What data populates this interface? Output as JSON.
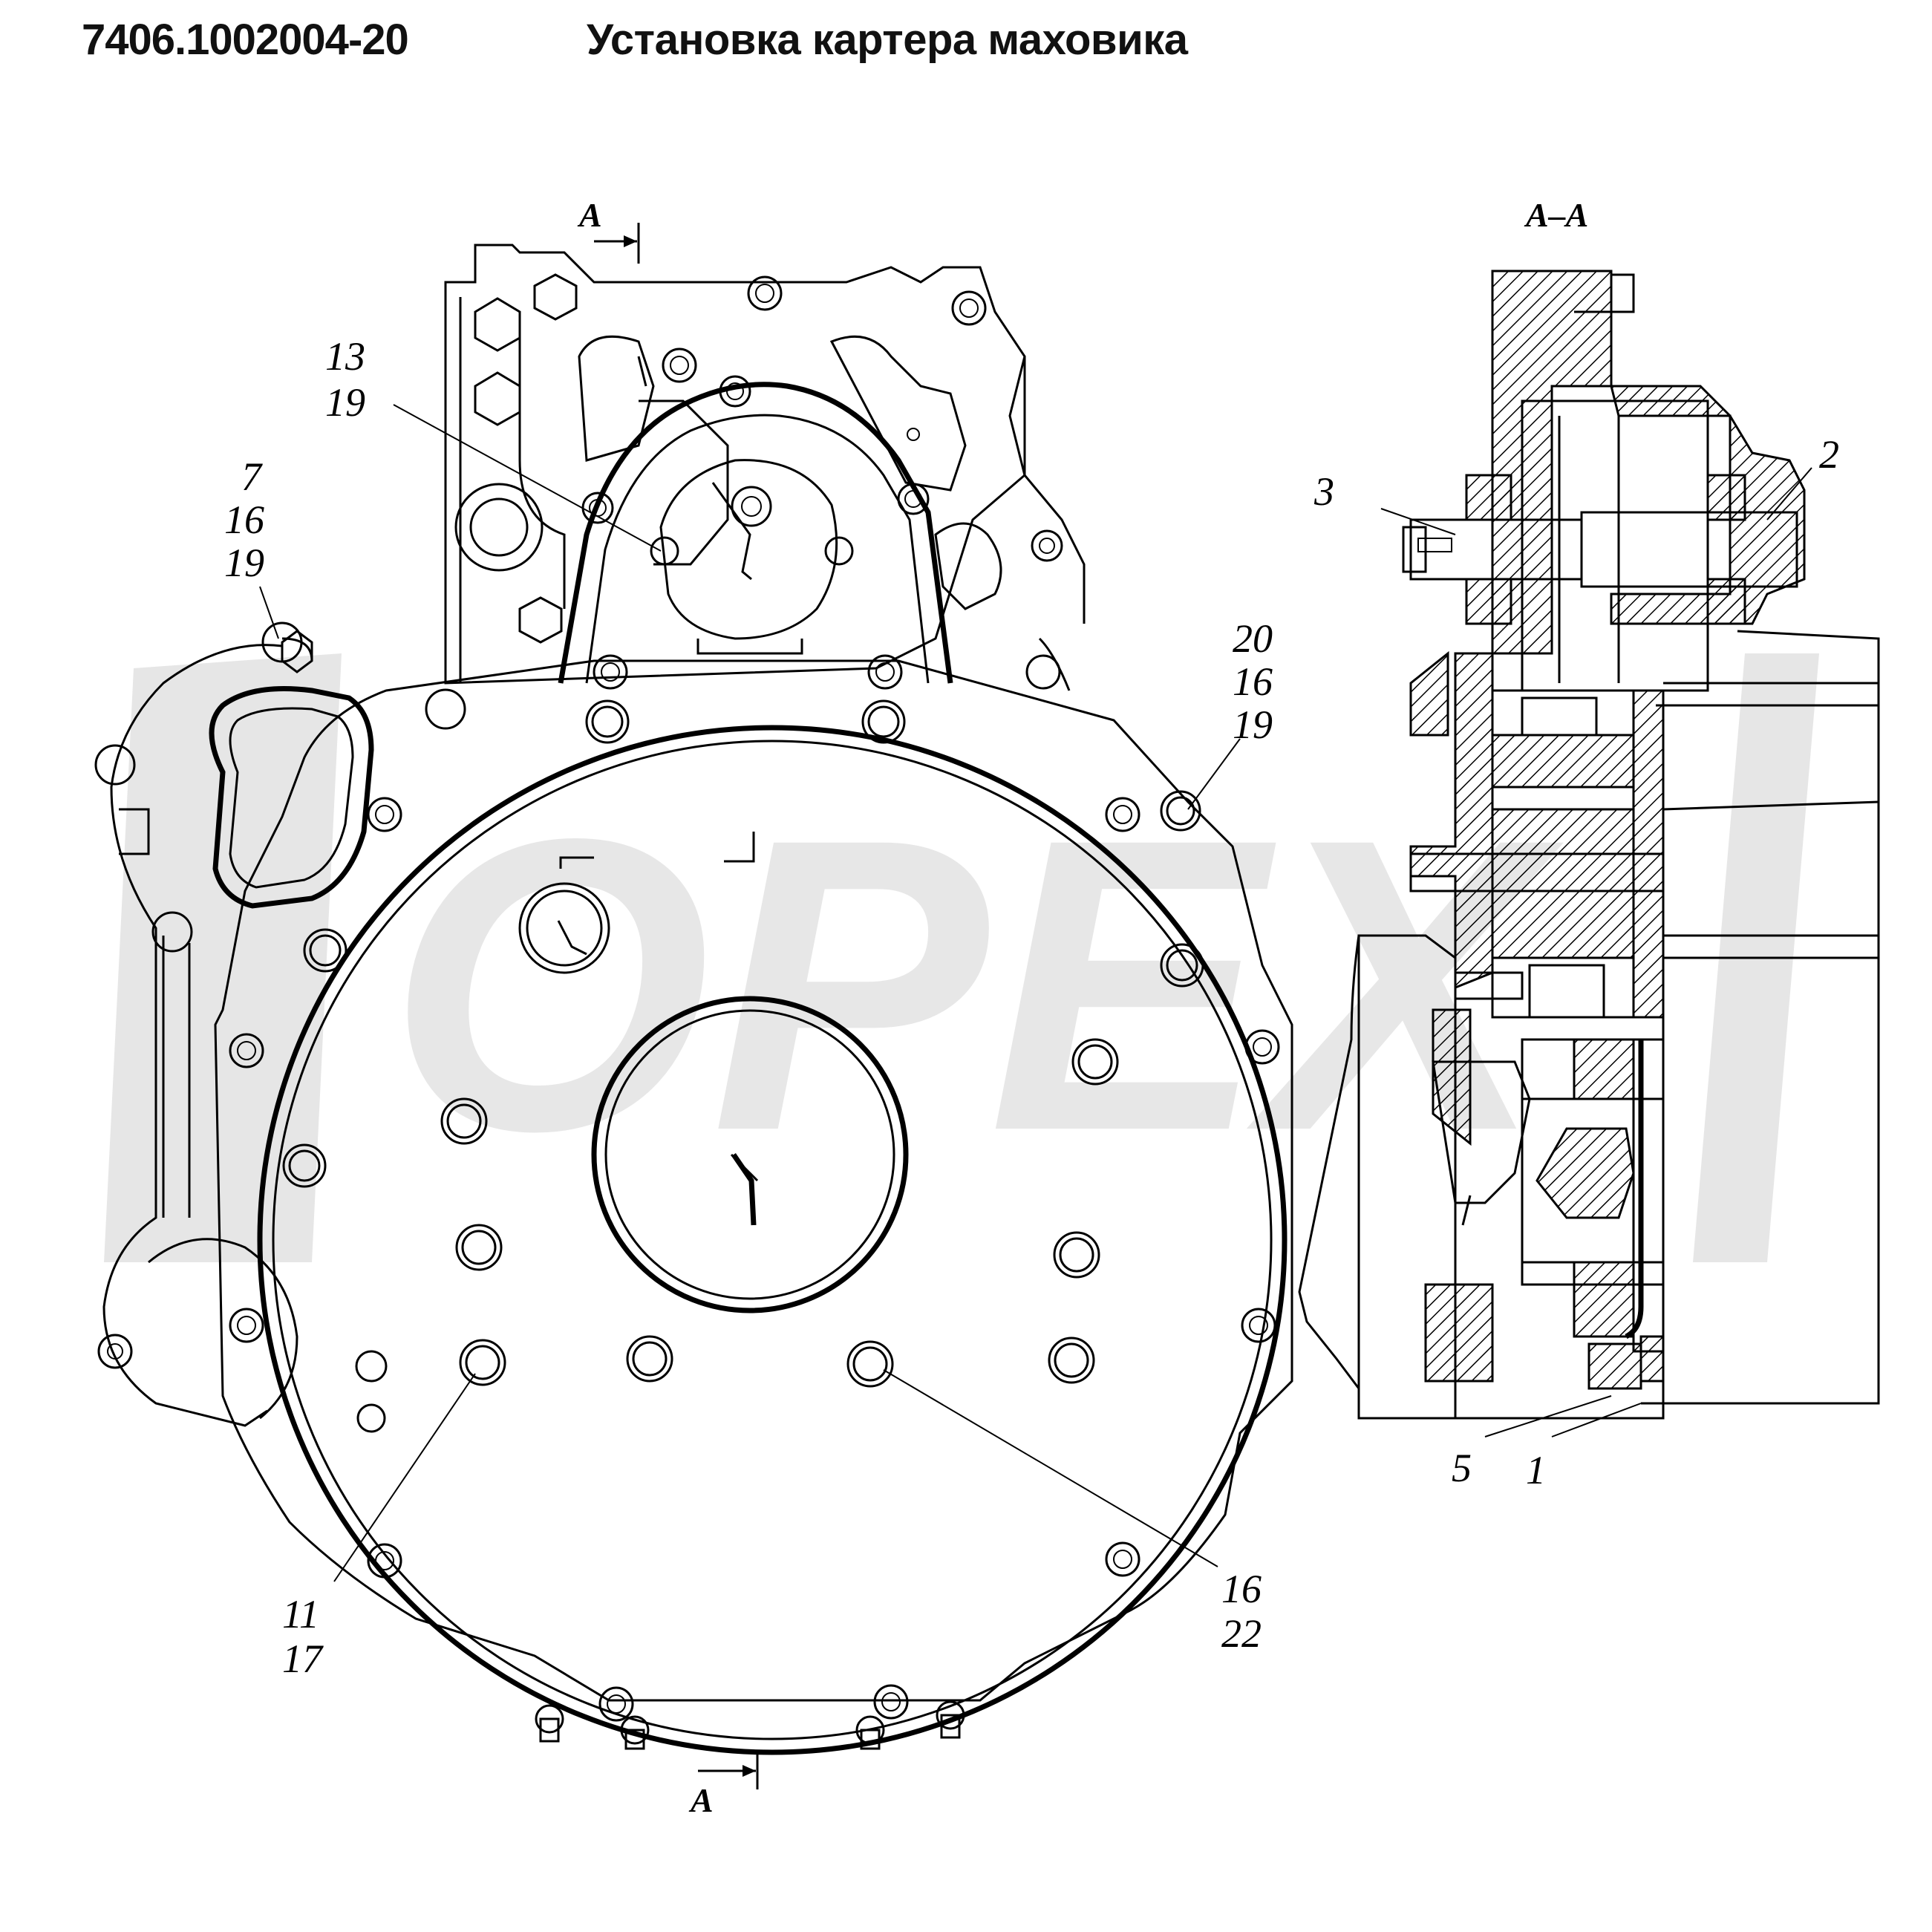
{
  "header": {
    "part_number": "7406.1002004-20",
    "title": "Установка картера маховика"
  },
  "section_marks": {
    "top": "А",
    "bottom": "А",
    "view": "А–А"
  },
  "callouts": [
    {
      "id": "c-13-19",
      "lines": [
        "13",
        "19"
      ]
    },
    {
      "id": "c-7-16-19",
      "lines": [
        "7",
        "16",
        "19"
      ]
    },
    {
      "id": "c-20-16-19",
      "lines": [
        "20",
        "16",
        "19"
      ]
    },
    {
      "id": "c-11-17",
      "lines": [
        "11",
        "17"
      ]
    },
    {
      "id": "c-16-22",
      "lines": [
        "16",
        "22"
      ]
    },
    {
      "id": "c-3",
      "lines": [
        "3"
      ]
    },
    {
      "id": "c-2",
      "lines": [
        "2"
      ]
    },
    {
      "id": "c-5",
      "lines": [
        "5"
      ]
    },
    {
      "id": "c-1",
      "lines": [
        "1"
      ]
    }
  ],
  "watermark": {
    "text": "OPEX"
  },
  "colors": {
    "line": "#000000",
    "background": "#ffffff",
    "watermark": "#d2d2d2"
  }
}
